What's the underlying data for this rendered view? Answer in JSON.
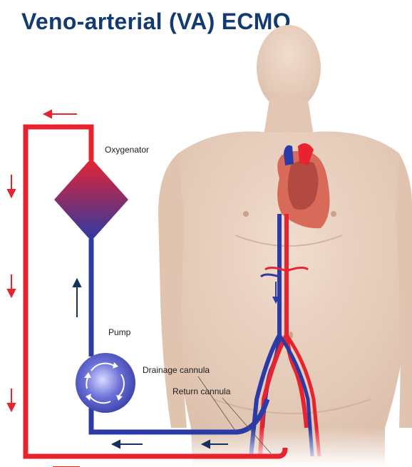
{
  "title": "Veno-arterial (VA) ECMO",
  "labels": {
    "oxygenator": "Oxygenator",
    "pump": "Pump",
    "drainage_cannula": "Drainage cannula",
    "return_cannula": "Return cannula"
  },
  "colors": {
    "title": "#123a73",
    "arterial": "#e8232f",
    "venous": "#2a3aa6",
    "skin": "#e9d0bf"
  }
}
